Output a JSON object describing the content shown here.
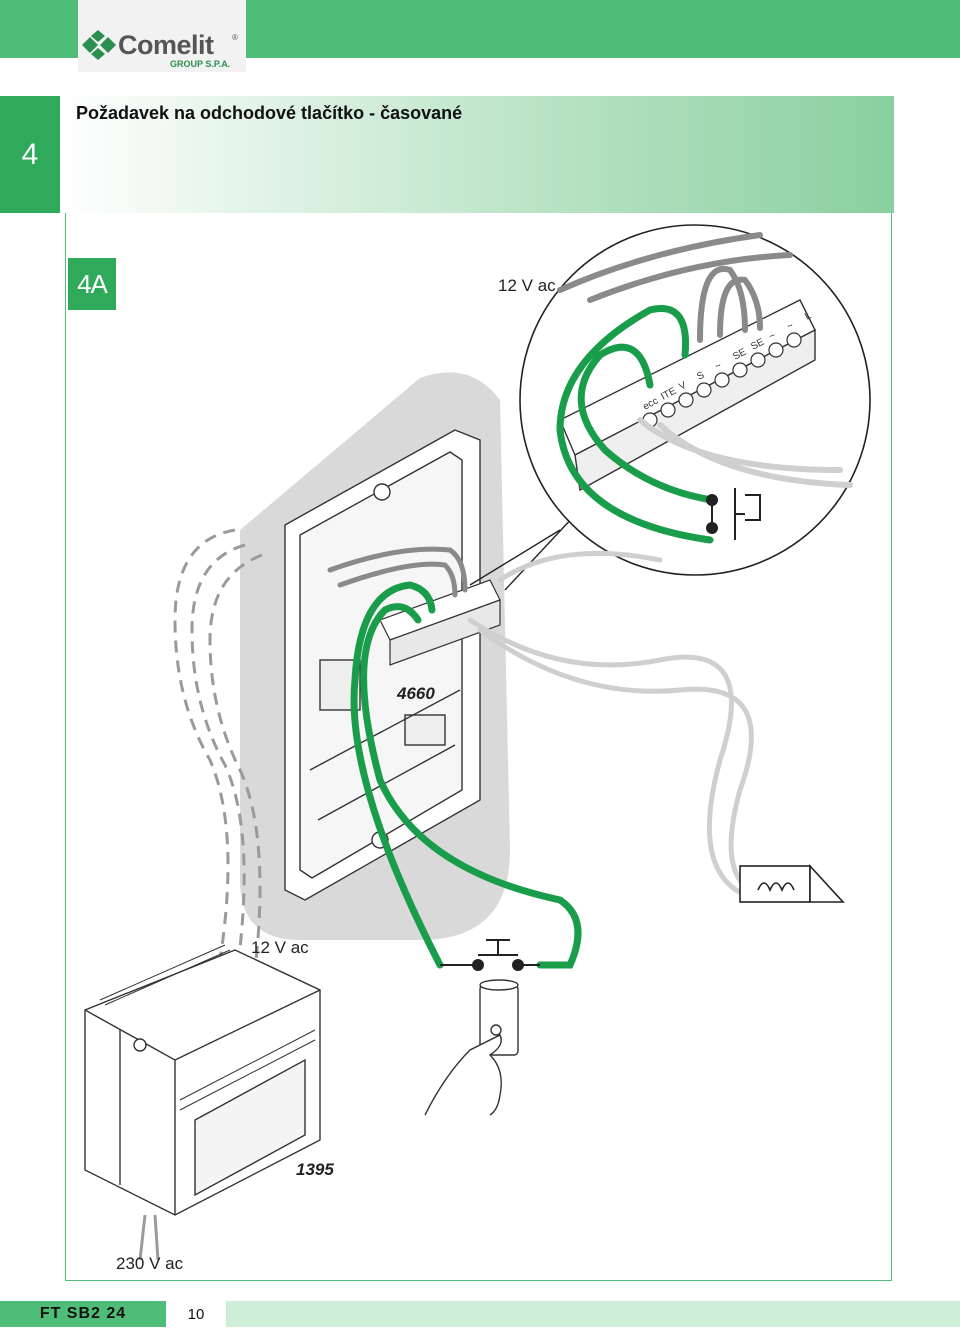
{
  "brand": {
    "name": "Comelit",
    "registered": "®",
    "subtitle": "GROUP S.P.A."
  },
  "section": {
    "number": "4",
    "title": "Požadavek na odchodové tlačítko - časované"
  },
  "figure": {
    "badge": "4A",
    "labels": {
      "voltage_zoom": "12 V ac",
      "voltage_psu": "12 V ac",
      "mains": "230 V ac",
      "module_code": "4660",
      "psu_code": "1395"
    },
    "terminal_labels": [
      "ecc",
      "ITE",
      "V",
      "S",
      "~",
      "SE",
      "SE",
      "~",
      "~",
      "L"
    ]
  },
  "footer": {
    "doc_code": "FT SB2 24",
    "page": "10"
  },
  "colors": {
    "brand_green": "#4fbd77",
    "wire_green": "#1a9d4b",
    "wire_grey": "#8a8a8a",
    "wire_light": "#cfcfcf"
  }
}
